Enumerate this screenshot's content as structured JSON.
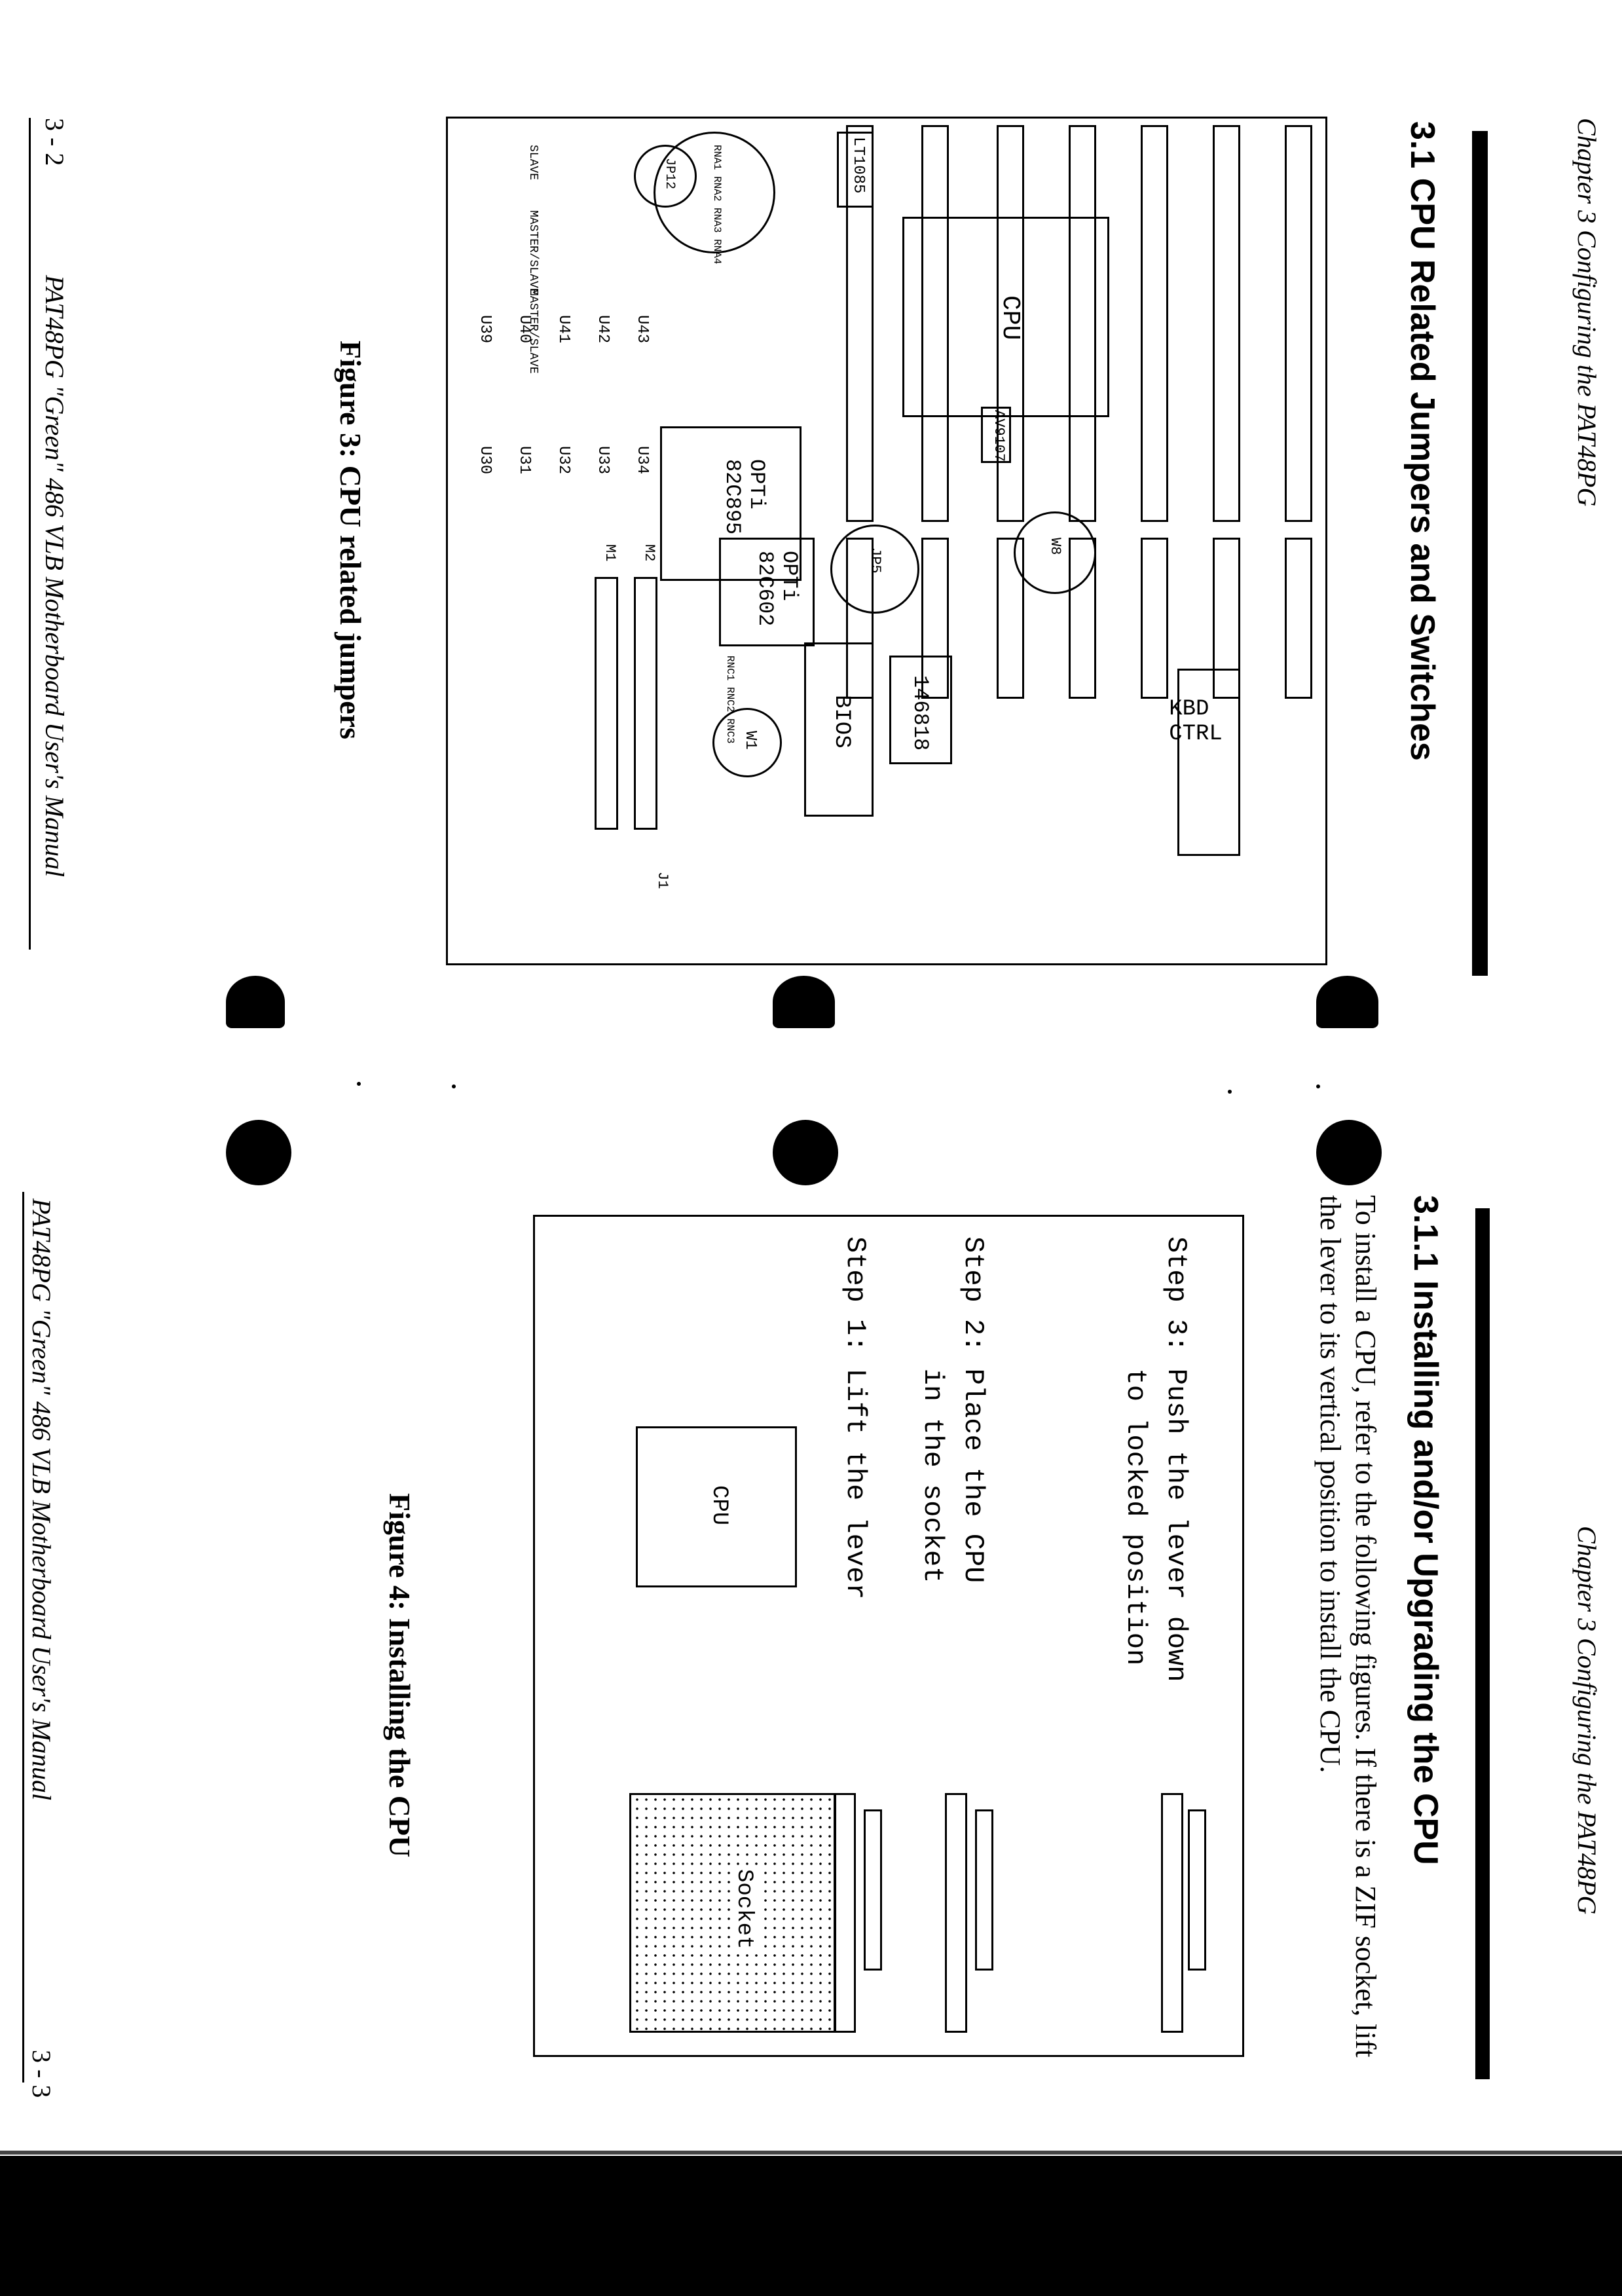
{
  "left_page": {
    "header": "Chapter 3 Configuring the PAT48PG",
    "section_title": "3.1 CPU Related Jumpers and Switches",
    "figure_caption": "Figure 3: CPU related jumpers",
    "footer": "PAT48PG \"Green\" 486 VLB Motherboard User's Manual",
    "page_number": "3 - 2",
    "board_labels": {
      "kbd": "KBD\nCTRL",
      "rtc": "146818",
      "bios": "BIOS",
      "cpu": "CPU",
      "opti1": "OPTi\n82C602",
      "opti2": "OPTi\n82C895",
      "av": "AV9107",
      "lt": "LT1085",
      "w1": "W1",
      "w8": "W8",
      "jp5": "JP5",
      "jp12": "JP12",
      "j1": "J1",
      "m1": "M1",
      "m2": "M2",
      "slave": "SLAVE",
      "master_slave_1": "MASTER/SLAVE",
      "master_slave_2": "MASTER/SLAVE",
      "rn": "RNA1 RNA2 RNA3 RNA4",
      "rnc": "RNC1 RNC2 RNC3",
      "chips_row1": [
        "U34",
        "U33",
        "U32",
        "U31",
        "U30"
      ],
      "chips_row2": [
        "U43",
        "U42",
        "U41",
        "U40",
        "U39"
      ]
    }
  },
  "right_page": {
    "header": "Chapter 3 Configuring the PAT48PG",
    "section_title": "3.1.1 Installing and/or Upgrading the CPU",
    "paragraph": "To install a CPU, refer to the following figures. If there is a ZIF socket, lift the lever to its vertical position to install the CPU.",
    "cpu_label": "CPU",
    "socket_label": "Socket",
    "steps": [
      "Step 1: Lift the lever",
      "Step 2: Place the CPU\n        in the socket",
      "Step 3: Push the lever down\n        to locked position"
    ],
    "figure_caption": "Figure 4: Installing the CPU",
    "footer": "PAT48PG \"Green\" 486 VLB Motherboard User's Manual",
    "page_number": "3 - 3"
  }
}
